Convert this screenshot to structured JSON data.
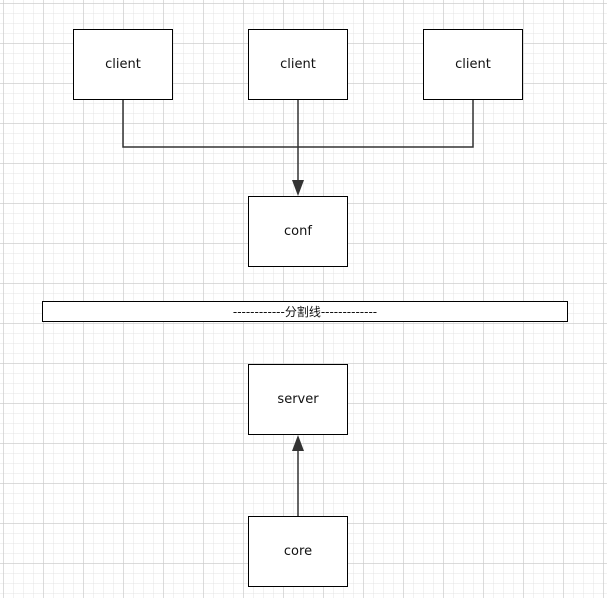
{
  "nodes": {
    "client_1": "client",
    "client_2": "client",
    "client_3": "client",
    "conf": "conf",
    "server": "server",
    "core": "core"
  },
  "divider": {
    "label": "------------分割线-------------"
  },
  "colors": {
    "stroke": "#000000",
    "background": "#ffffff",
    "grid": "#d0d0d0"
  }
}
